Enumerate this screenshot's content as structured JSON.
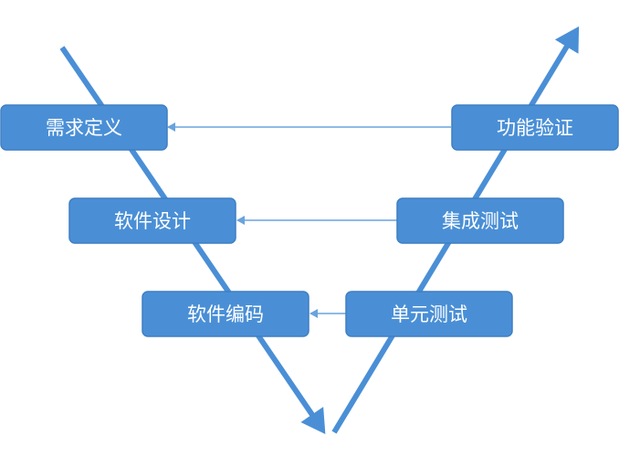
{
  "colors": {
    "box_fill": "#4a8fd6",
    "box_stroke": "#3f7fc2",
    "v_arrow": "#4a8fd6",
    "link_arrow": "#6aa3dd"
  },
  "left_boxes": [
    {
      "label": "需求定义"
    },
    {
      "label": "软件设计"
    },
    {
      "label": "软件编码"
    }
  ],
  "right_boxes": [
    {
      "label": "功能验证"
    },
    {
      "label": "集成测试"
    },
    {
      "label": "单元测试"
    }
  ]
}
